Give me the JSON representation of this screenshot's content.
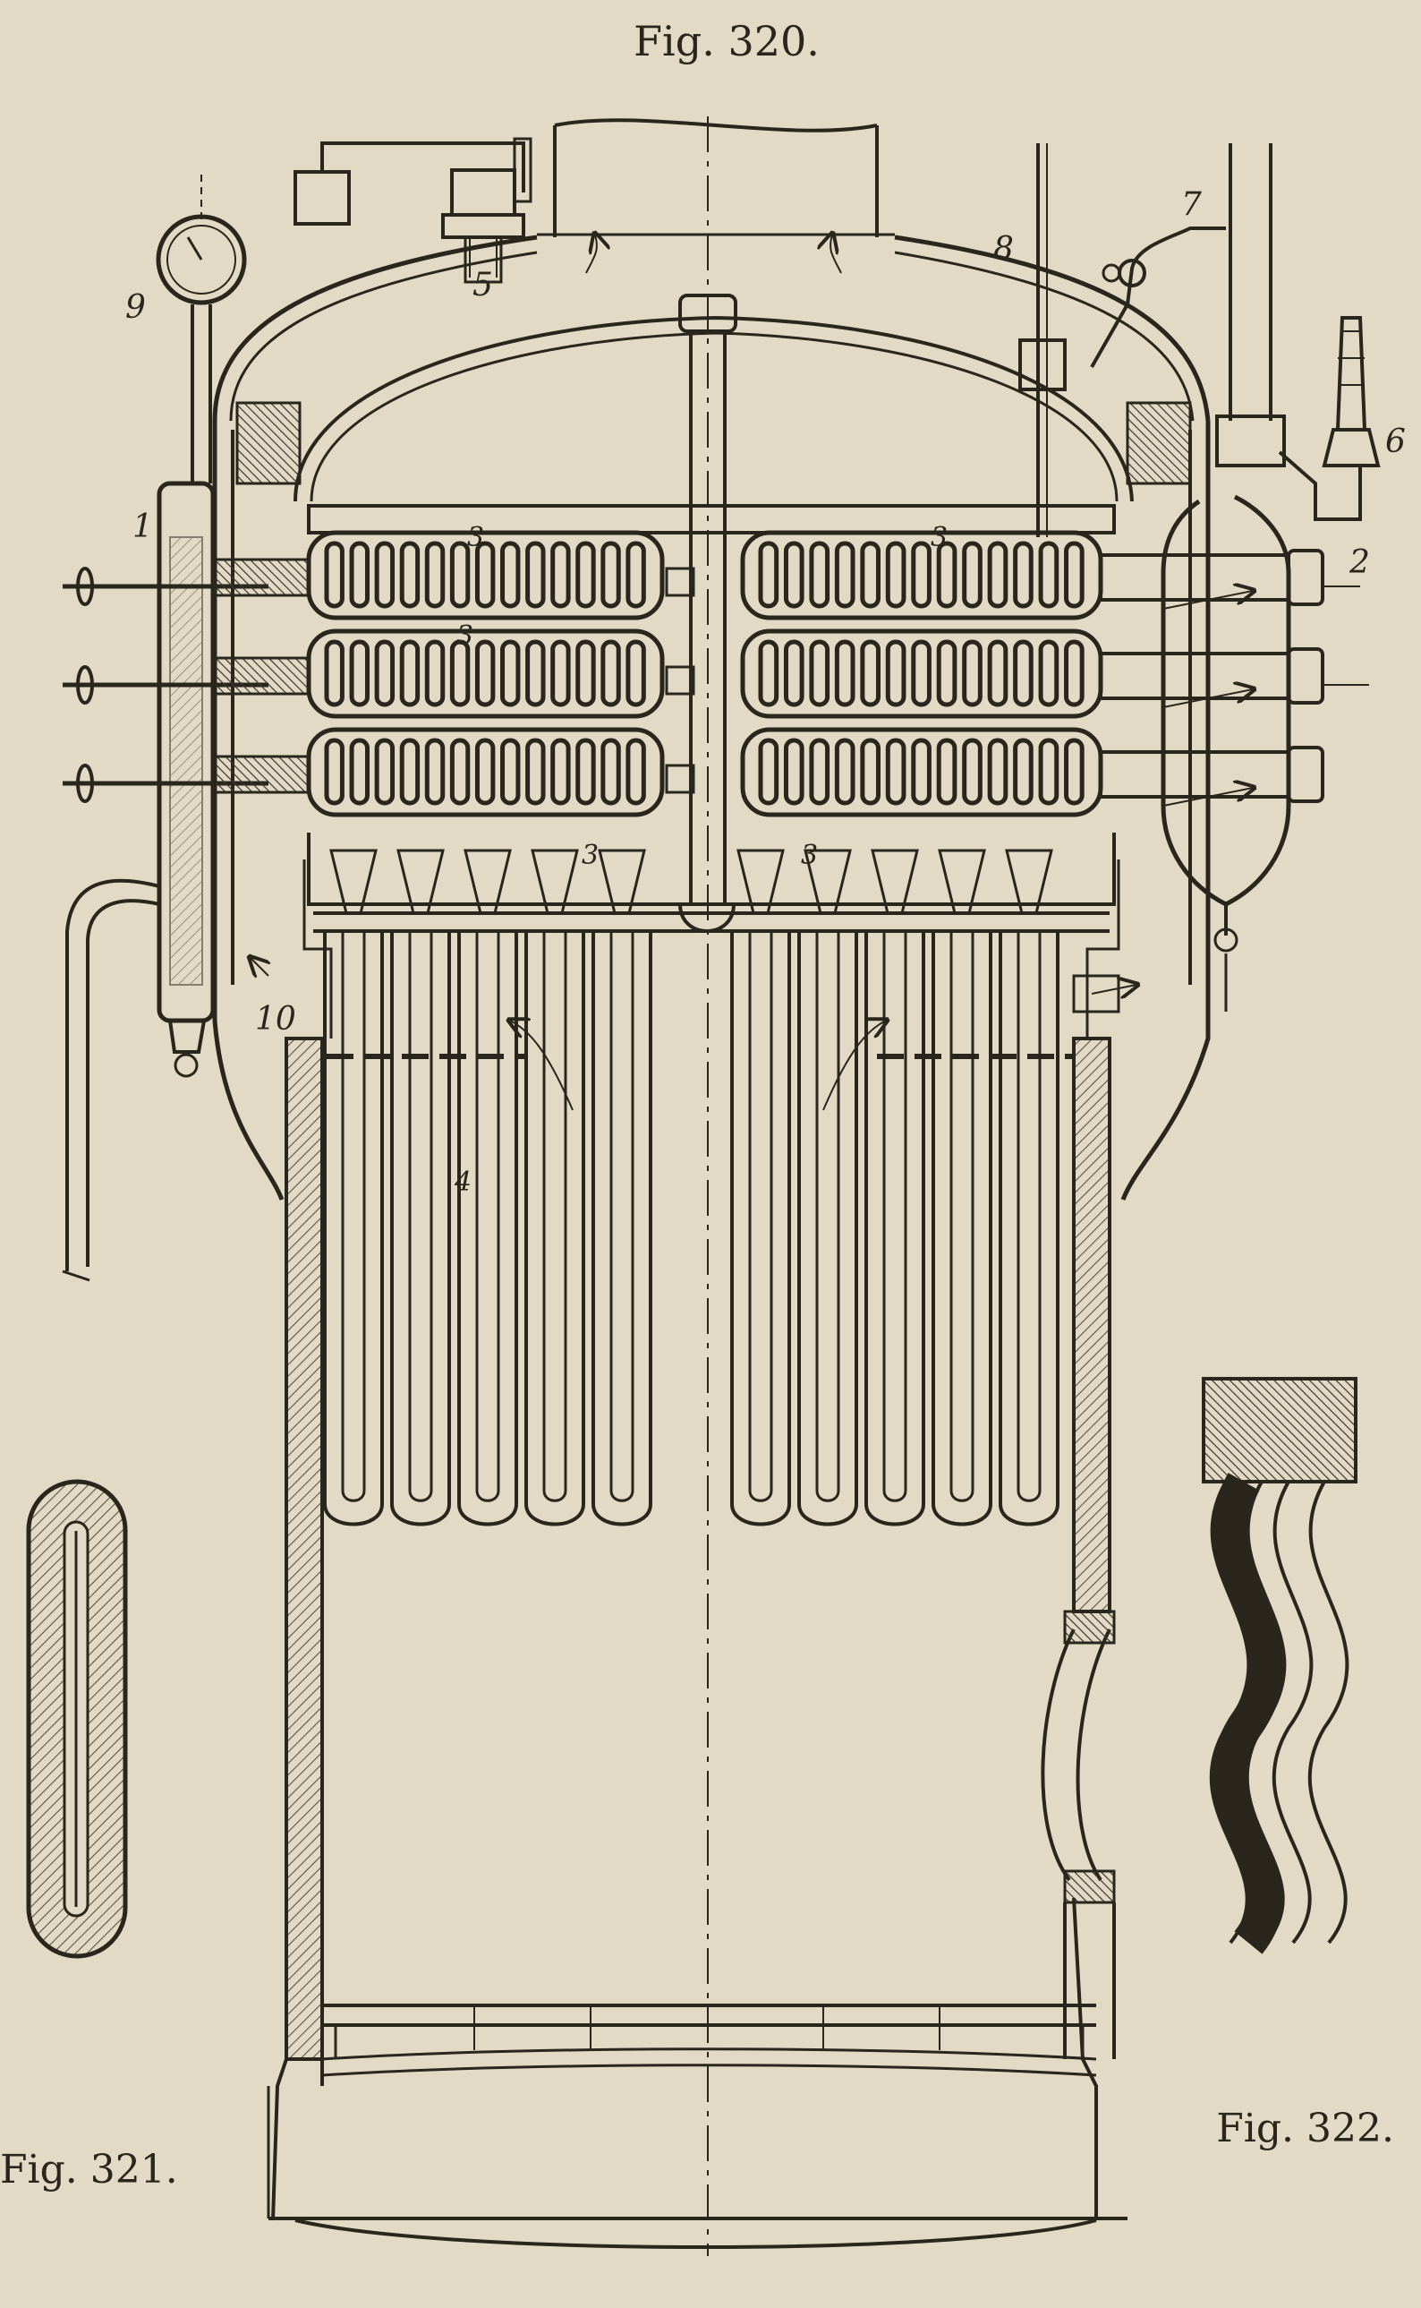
{
  "figures": {
    "main_caption": "Fig. 320.",
    "left_caption": "Fig. 321.",
    "right_caption": "Fig. 322."
  },
  "part_labels": [
    "1",
    "2",
    "3",
    "3",
    "3",
    "3",
    "3",
    "4",
    "5",
    "6",
    "7",
    "8",
    "9",
    "10"
  ],
  "colors": {
    "paper": "#e3dac6",
    "ink": "#2a251d",
    "hatch": "#5a5145"
  }
}
